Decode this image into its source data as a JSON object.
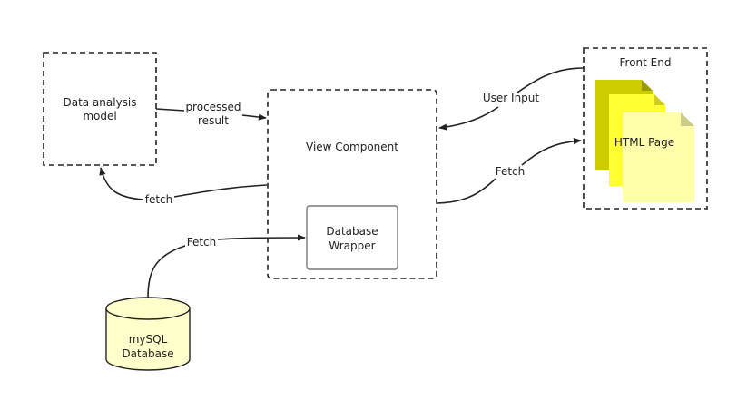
{
  "colors": {
    "line": "#222222",
    "box_border": "#222222",
    "wrapper_border": "#777777",
    "db_fill": "#ffffcc",
    "doc_back": "#cccc00",
    "doc_mid": "#ffff33",
    "doc_front": "#ffffaa",
    "background": "#ffffff"
  },
  "nodes": {
    "data_model": {
      "line1": "Data analysis",
      "line2": "model"
    },
    "view_component": {
      "label": "View Component"
    },
    "db_wrapper": {
      "line1": "Database",
      "line2": "Wrapper"
    },
    "front_end": {
      "label": "Front End"
    },
    "html_page": {
      "label": "HTML Page"
    },
    "mysql_db": {
      "line1": "mySQL",
      "line2": "Database"
    }
  },
  "edges": {
    "processed_result": {
      "line1": "processed",
      "line2": "result"
    },
    "fetch_to_model": {
      "label": "fetch"
    },
    "user_input": {
      "label": "User Input"
    },
    "fetch_to_frontend": {
      "label": "Fetch"
    },
    "fetch_db": {
      "label": "Fetch"
    }
  }
}
